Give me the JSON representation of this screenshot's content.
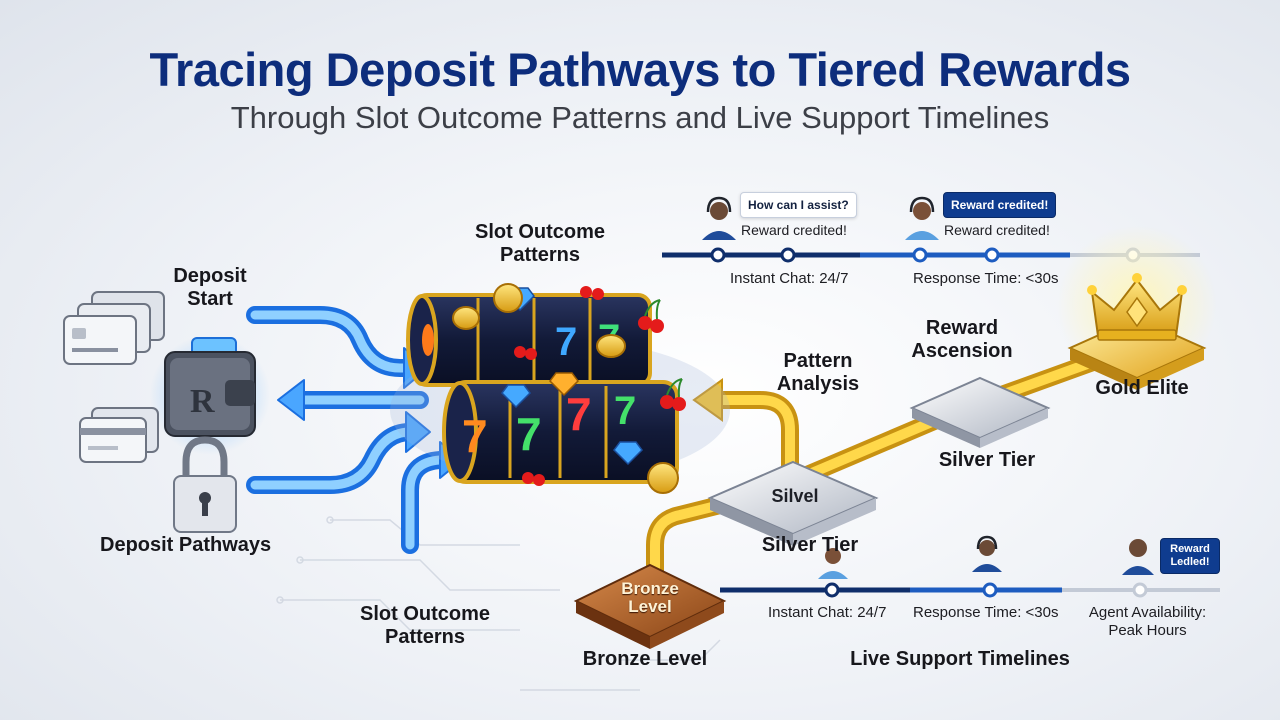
{
  "title": "Tracing Deposit Pathways to Tiered Rewards",
  "subtitle": "Through Slot Outcome Patterns and Live Support Timelines",
  "labels": {
    "deposit_start": "Deposit Start",
    "deposit_pathways": "Deposit Pathways",
    "slot_patterns_top": "Slot Outcome Patterns",
    "slot_patterns_bottom": "Slot Outcome Patterns",
    "pattern_analysis": "Pattern Analysis",
    "reward_ascension": "Reward Ascension",
    "gold_elite": "Gold Elite",
    "silver_tier_right": "Silver Tier",
    "silver_platform": "Silvel",
    "silver_tier_mid": "Silver Tier",
    "bronze_platform": "Bronze Level",
    "bronze_level": "Bronze Level",
    "live_support": "Live Support Timelines"
  },
  "top_timeline": {
    "bubble_1": "How can I assist?",
    "bubble_2": "Reward credited!",
    "agent_1_text": "Reward credited!",
    "agent_2_text": "Reward credited!",
    "label_1": "Instant Chat: 24/7",
    "label_2": "Response Time: <30s"
  },
  "bottom_timeline": {
    "label_1": "Instant Chat: 24/7",
    "label_2": "Response Time: <30s",
    "label_3": "Agent Availability: Peak Hours",
    "bubble": "Reward Ledled!"
  },
  "colors": {
    "title": "#0d2d7c",
    "arrow_blue": "#2f8fff",
    "gold": "#f2c12e",
    "timeline_dark": "#0f2e6b",
    "bronze": "#a85a24",
    "silver": "#c9ced8"
  },
  "icons": [
    "credit-card-icon",
    "wallet-icon",
    "padlock-icon",
    "slot-reel-icon",
    "crown-icon",
    "support-agent-icon",
    "coin-icon",
    "cherry-icon",
    "diamond-icon"
  ]
}
